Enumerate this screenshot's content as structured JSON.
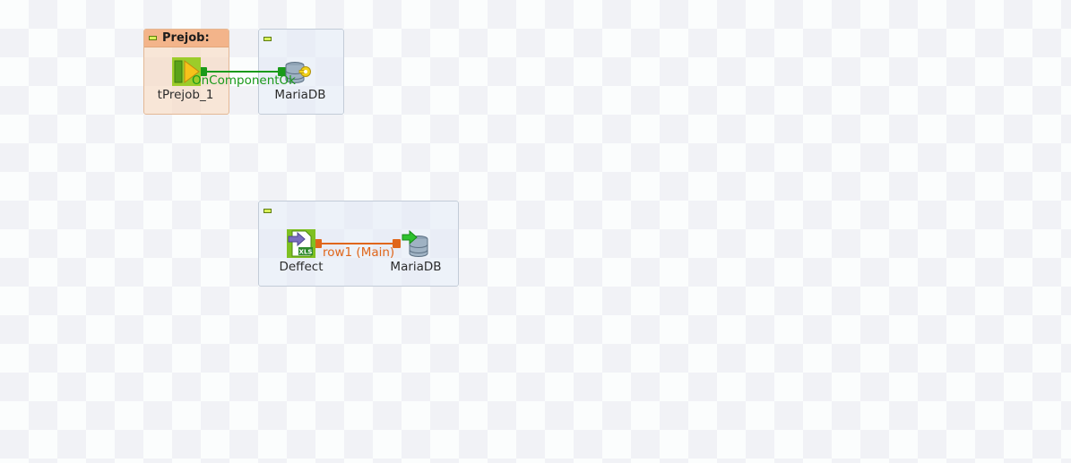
{
  "subjobs": {
    "prejob": {
      "title": "Prejob:"
    }
  },
  "components": {
    "tprejob": {
      "label": "tPrejob_1"
    },
    "mariadb_connection": {
      "label": "MariaDB"
    },
    "deffect": {
      "label": "Deffect",
      "badge": "XLS"
    },
    "mariadb_output": {
      "label": "MariaDB"
    }
  },
  "links": {
    "trigger": {
      "label": "OnComponentOk",
      "color": "#1a9a1a"
    },
    "row": {
      "label": "row1 (Main)",
      "color": "#e0661a"
    }
  },
  "colors": {
    "prejob_header": "#f3b48a",
    "prejob_body": "#f7dcc6",
    "subjob_body": "#e2eaf5",
    "collapse_button": "#d8f05a"
  }
}
